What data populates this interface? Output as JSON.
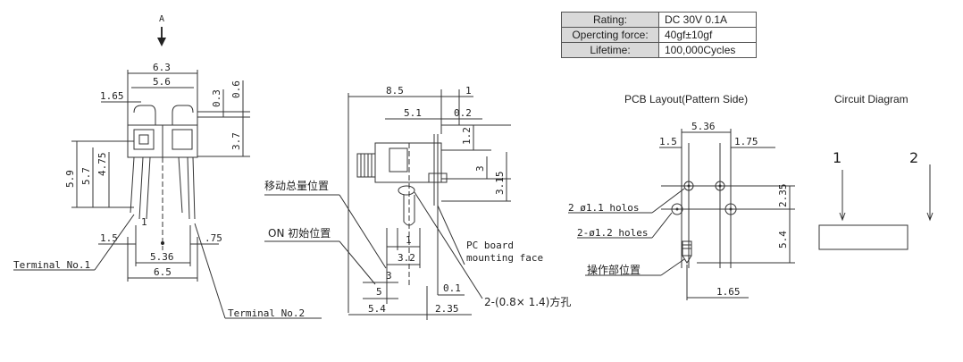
{
  "spec_table": [
    {
      "label": "Rating:",
      "value": "DC 30V  0.1A"
    },
    {
      "label": "Opercting force:",
      "value": "40gf±10gf"
    },
    {
      "label": "Lifetime:",
      "value": "100,000Cycles"
    }
  ],
  "titles": {
    "pcb_layout": "PCB Layout(Pattern Side)",
    "circuit": "Circuit Diagram"
  },
  "front_view": {
    "view_label": "A",
    "dims": {
      "w63": "6.3",
      "w56": "5.6",
      "w165": "1.65",
      "d03": "0.3",
      "d06": "0.6",
      "d37": "3.7",
      "d59": "5.9",
      "d57": "5.7",
      "d475": "4.75",
      "d15": "1.5",
      "d75": ".75",
      "d536": "5.36",
      "d65": "6.5",
      "pin1": "1"
    },
    "terminal1": "Terminal No.1",
    "terminal2": "Terminal No.2"
  },
  "side_view": {
    "dims": {
      "d85": "8.5",
      "d1": "1",
      "d51": "5.1",
      "d02": "0.2",
      "d12": "1.2",
      "d3": "3",
      "d315": "3.15",
      "d1b": "1",
      "d32": "3.2",
      "d3b": "3",
      "d5": "5",
      "d01": "0.1",
      "d54": "5.4",
      "d235": "2.35"
    },
    "total_travel": "移动总量位置",
    "on_start": "ON 初始位置",
    "pc_board_1": "PC board",
    "pc_board_2": "mounting face",
    "slot": "2-(0.8× 1.4)方孔"
  },
  "pcb_layout": {
    "dims": {
      "d536": "5.36",
      "d15": "1.5",
      "d175": "1.75",
      "d235": "2.35",
      "d54": "5.4",
      "d165": "1.65"
    },
    "holes_11": "2 ø1.1 holos",
    "holes_12": "2-ø1.2 holes",
    "operate_pos": "操作部位置"
  },
  "circuit": {
    "t1": "1",
    "t2": "2"
  }
}
